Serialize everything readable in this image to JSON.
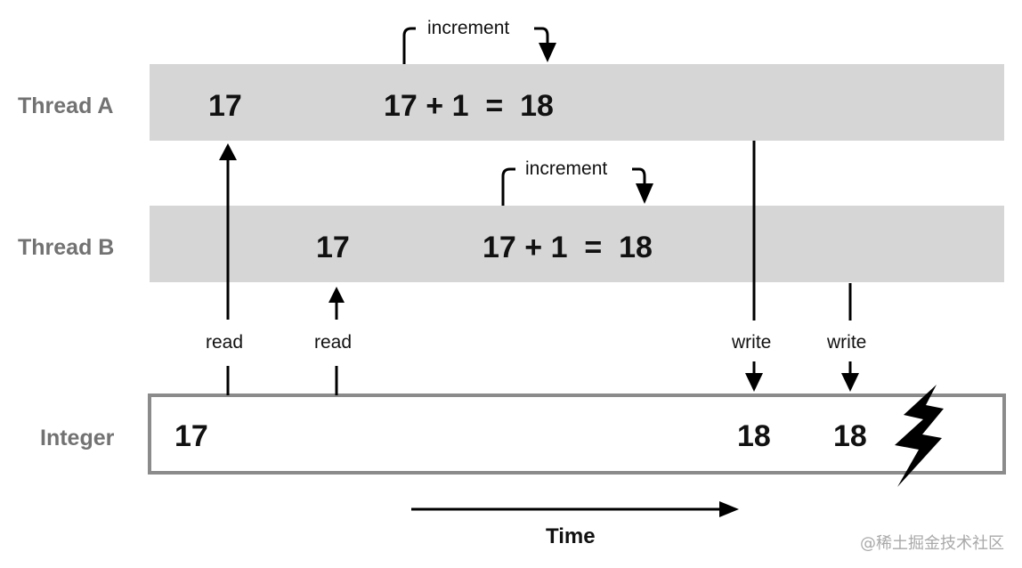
{
  "rows": {
    "thread_a_label": "Thread A",
    "thread_b_label": "Thread B",
    "integer_label": "Integer"
  },
  "thread_a": {
    "read_value": "17",
    "calculation": "17 + 1  =  18",
    "increment_label": "increment"
  },
  "thread_b": {
    "read_value": "17",
    "calculation": "17 + 1  =  18",
    "increment_label": "increment"
  },
  "operations": {
    "read_a": "read",
    "read_b": "read",
    "write_a": "write",
    "write_b": "write"
  },
  "integer": {
    "initial_value": "17",
    "after_write_a": "18",
    "after_write_b": "18"
  },
  "time_label": "Time",
  "watermark": "@稀土掘金技术社区",
  "colors": {
    "thread_band": "#d6d6d6",
    "row_label": "#727272",
    "integer_border": "#8b8b8b",
    "ink": "#111111"
  },
  "icons": {
    "conflict": "lightning-bolt-icon"
  }
}
